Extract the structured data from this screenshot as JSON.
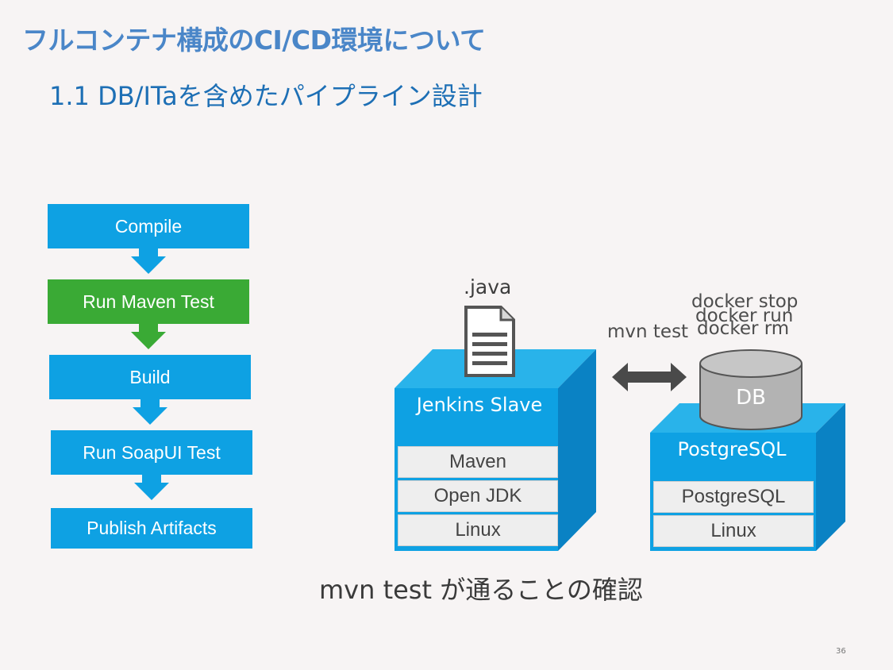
{
  "slide": {
    "title": "フルコンテナ構成のCI/CD環境について",
    "subtitle": "1.1 DB/ITaを含めたパイプライン設計",
    "caption": "mvn test が通ることの確認",
    "page_number": "36"
  },
  "pipeline": {
    "steps": [
      {
        "label": "Compile",
        "color": "#0ea1e3"
      },
      {
        "label": "Run Maven Test",
        "color": "#3aaa35"
      },
      {
        "label": "Build",
        "color": "#0ea1e3"
      },
      {
        "label": "Run SoapUI Test",
        "color": "#0ea1e3"
      },
      {
        "label": "Publish Artifacts",
        "color": "#0ea1e3"
      }
    ]
  },
  "jenkins": {
    "file_label": ".java",
    "file_icon": "document-icon",
    "title": "Jenkins Slave",
    "layers": [
      "Maven",
      "Open JDK",
      "Linux"
    ]
  },
  "connector": {
    "label": "mvn test",
    "icon": "double-arrow-icon"
  },
  "postgres": {
    "commands": [
      "docker stop",
      "docker run",
      "docker rm"
    ],
    "db_label": "DB",
    "title": "PostgreSQL",
    "layers": [
      "PostgreSQL",
      "Linux"
    ]
  },
  "colors": {
    "title": "#4a86c8",
    "subtitle": "#1d6fb5",
    "box_front": "#0ea1e3",
    "box_top": "#29b3ea",
    "box_side": "#0a82c4",
    "green": "#3aaa35",
    "cylinder": "#b3b3b3"
  }
}
